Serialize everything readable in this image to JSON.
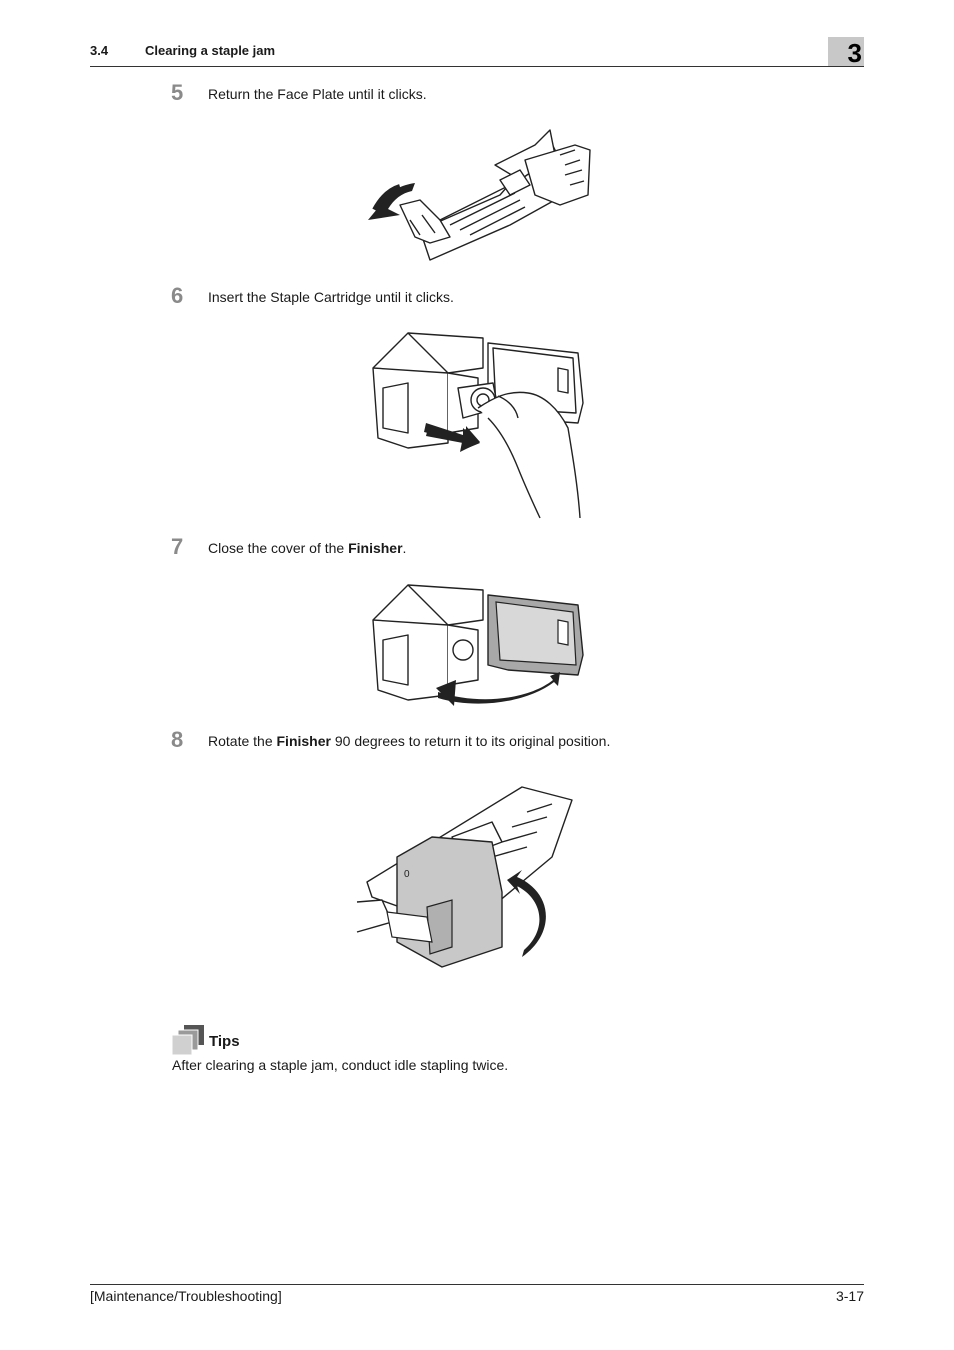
{
  "header": {
    "section_number": "3.4",
    "section_title": "Clearing a staple jam",
    "chapter": "3"
  },
  "steps": [
    {
      "number": "5",
      "text": "Return the Face Plate until it clicks."
    },
    {
      "number": "6",
      "text": "Insert the Staple Cartridge until it clicks."
    },
    {
      "number": "7",
      "text_before": "Close the cover of the ",
      "bold": "Finisher",
      "text_after": "."
    },
    {
      "number": "8",
      "text_before": "Rotate the ",
      "bold": "Finisher",
      "text_after": " 90 degrees to return it to its original position."
    }
  ],
  "tips": {
    "label": "Tips",
    "text": "After clearing a staple jam, conduct idle stapling twice."
  },
  "footer": {
    "left": "[Maintenance/Troubleshooting]",
    "right": "3-17"
  },
  "figure_labels": {
    "finisher_mark": "0"
  }
}
